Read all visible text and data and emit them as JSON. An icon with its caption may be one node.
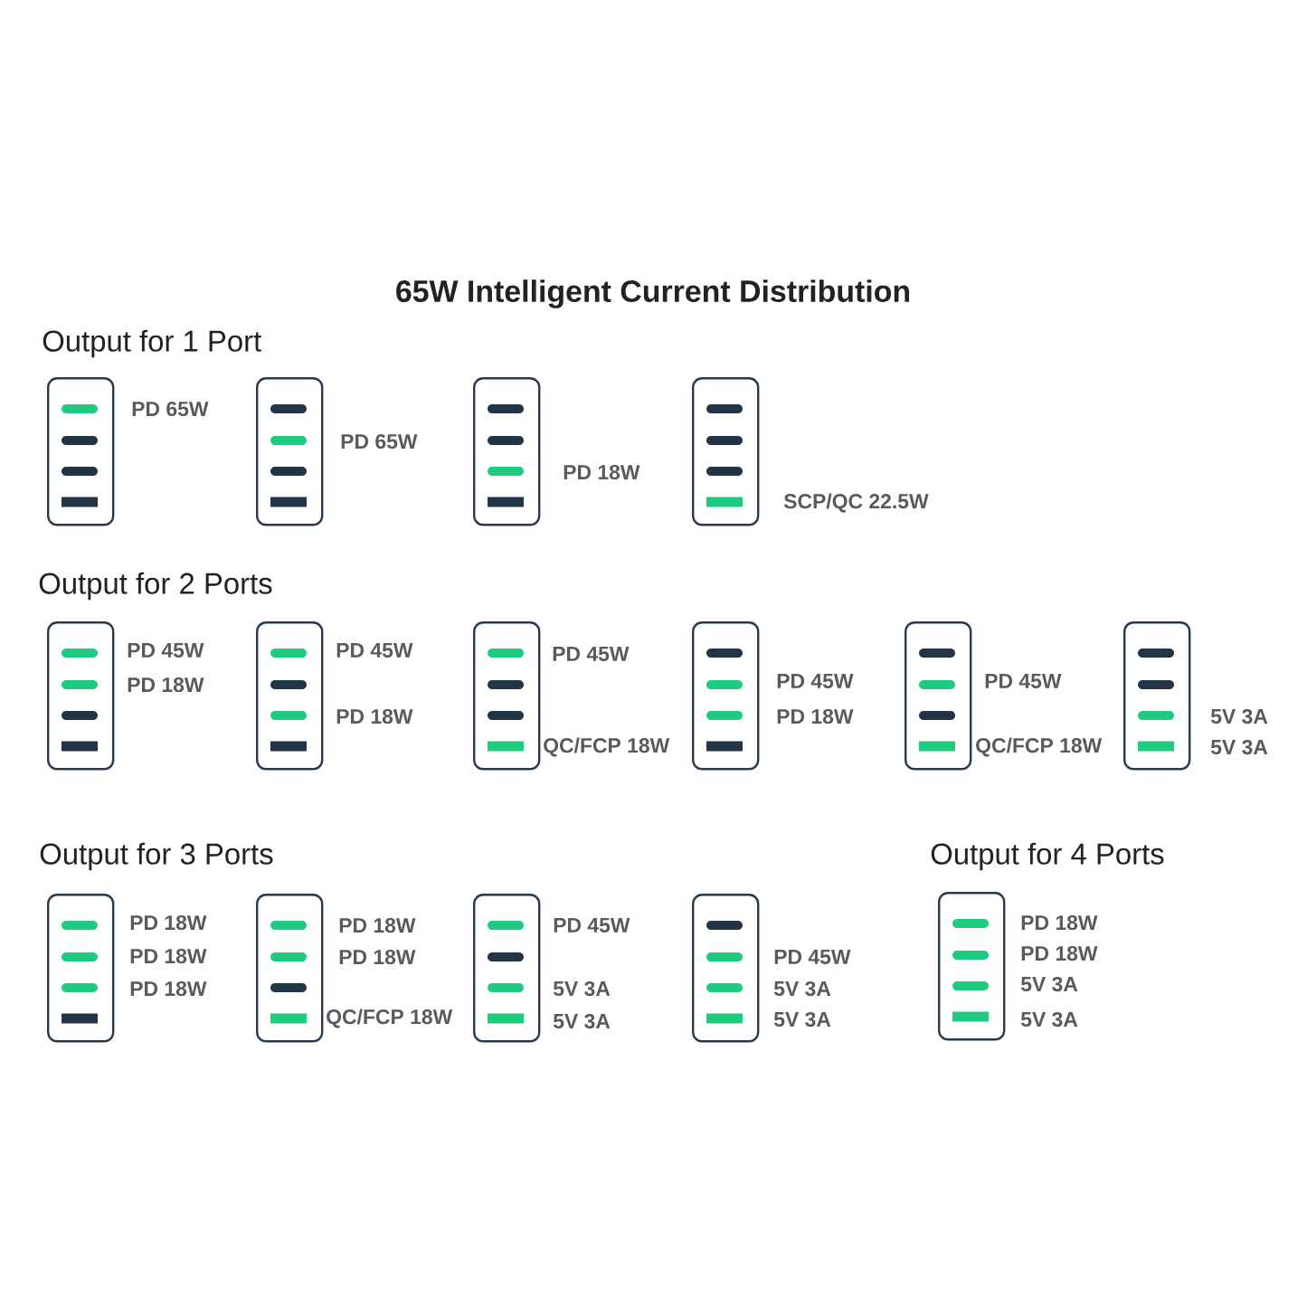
{
  "diagram": {
    "title": "65W Intelligent Current Distribution",
    "nodes": [
      {
        "text": [],
        "shape": "box",
        "beside": [
          "PD 65W"
        ]
      },
      {
        "text": [],
        "shape": "pill",
        "in": 0
      },
      {
        "text": [],
        "shape": "pill",
        "in": 0
      },
      {
        "text": [],
        "shape": "pill",
        "in": 0
      },
      {
        "text": [],
        "shape": "bar",
        "in": 0
      },
      {
        "text": [],
        "shape": "box",
        "beside": [
          "PD 65W"
        ]
      },
      {
        "text": [],
        "shape": "pill",
        "in": 5
      },
      {
        "text": [],
        "shape": "pill",
        "in": 5
      },
      {
        "text": [],
        "shape": "pill",
        "in": 5
      },
      {
        "text": [],
        "shape": "bar",
        "in": 5
      },
      {
        "text": [],
        "shape": "box",
        "beside": [
          "PD 18W"
        ]
      },
      {
        "text": [],
        "shape": "pill",
        "in": 10
      },
      {
        "text": [],
        "shape": "pill",
        "in": 10
      },
      {
        "text": [],
        "shape": "pill",
        "in": 10
      },
      {
        "text": [],
        "shape": "bar",
        "in": 10
      },
      {
        "text": [],
        "shape": "box",
        "beside": [
          "SCP/QC 22.5W"
        ]
      },
      {
        "text": [],
        "shape": "pill",
        "in": 15
      },
      {
        "text": [],
        "shape": "pill",
        "in": 15
      },
      {
        "text": [],
        "shape": "pill",
        "in": 15
      },
      {
        "text": [],
        "shape": "bar",
        "in": 15
      },
      {
        "text": [],
        "shape": "box",
        "beside": [
          "PD 45W",
          "PD 18W"
        ]
      },
      {
        "text": [],
        "shape": "pill",
        "in": 20
      },
      {
        "text": [],
        "shape": "pill",
        "in": 20
      },
      {
        "text": [],
        "shape": "pill",
        "in": 20
      },
      {
        "text": [],
        "shape": "bar",
        "in": 20
      },
      {
        "text": [],
        "shape": "box",
        "beside": [
          "PD 45W",
          "PD 18W"
        ]
      },
      {
        "text": [],
        "shape": "pill",
        "in": 25
      },
      {
        "text": [],
        "shape": "pill",
        "in": 25
      },
      {
        "text": [],
        "shape": "pill",
        "in": 25
      },
      {
        "text": [],
        "shape": "bar",
        "in": 25
      },
      {
        "text": [],
        "shape": "box",
        "beside": [
          "PD 45W",
          "QC/FCP 18W"
        ]
      },
      {
        "text": [],
        "shape": "pill",
        "in": 30
      },
      {
        "text": [],
        "shape": "pill",
        "in": 30
      },
      {
        "text": [],
        "shape": "pill",
        "in": 30
      },
      {
        "text": [],
        "shape": "bar",
        "in": 30
      },
      {
        "text": [],
        "shape": "box",
        "beside": [
          "PD 45W",
          "PD 18W"
        ]
      },
      {
        "text": [],
        "shape": "pill",
        "in": 35
      },
      {
        "text": [],
        "shape": "pill",
        "in": 35
      },
      {
        "text": [],
        "shape": "pill",
        "in": 35
      },
      {
        "text": [],
        "shape": "bar",
        "in": 35
      },
      {
        "text": [],
        "shape": "box",
        "beside": [
          "PD 45W",
          "QC/FCP 18W"
        ]
      },
      {
        "text": [],
        "shape": "pill",
        "in": 40
      },
      {
        "text": [],
        "shape": "pill",
        "in": 40
      },
      {
        "text": [],
        "shape": "pill",
        "in": 40
      },
      {
        "text": [],
        "shape": "bar",
        "in": 40
      },
      {
        "text": [],
        "shape": "box",
        "beside": [
          "5V 3A",
          "5V 3A"
        ]
      },
      {
        "text": [],
        "shape": "pill",
        "in": 45
      },
      {
        "text": [],
        "shape": "pill",
        "in": 45
      },
      {
        "text": [],
        "shape": "pill",
        "in": 45
      },
      {
        "text": [],
        "shape": "bar",
        "in": 45
      },
      {
        "text": [],
        "shape": "box",
        "beside": [
          "PD 18W",
          "PD 18W",
          "PD 18W"
        ]
      },
      {
        "text": [],
        "shape": "pill",
        "in": 50
      },
      {
        "text": [],
        "shape": "pill",
        "in": 50
      },
      {
        "text": [],
        "shape": "pill",
        "in": 50
      },
      {
        "text": [],
        "shape": "bar",
        "in": 50
      },
      {
        "text": [],
        "shape": "box",
        "beside": [
          "PD 18W",
          "PD 18W",
          "QC/FCP 18W"
        ]
      },
      {
        "text": [],
        "shape": "pill",
        "in": 55
      },
      {
        "text": [],
        "shape": "pill",
        "in": 55
      },
      {
        "text": [],
        "shape": "pill",
        "in": 55
      },
      {
        "text": [],
        "shape": "bar",
        "in": 55
      },
      {
        "text": [],
        "shape": "box",
        "beside": [
          "PD 45W",
          "5V 3A",
          "5V 3A"
        ]
      },
      {
        "text": [],
        "shape": "pill",
        "in": 60
      },
      {
        "text": [],
        "shape": "pill",
        "in": 60
      },
      {
        "text": [],
        "shape": "pill",
        "in": 60
      },
      {
        "text": [],
        "shape": "bar",
        "in": 60
      },
      {
        "text": [],
        "shape": "box",
        "beside": [
          "PD 45W",
          "5V 3A",
          "5V 3A"
        ]
      },
      {
        "text": [],
        "shape": "pill",
        "in": 65
      },
      {
        "text": [],
        "shape": "pill",
        "in": 65
      },
      {
        "text": [],
        "shape": "pill",
        "in": 65
      },
      {
        "text": [],
        "shape": "bar",
        "in": 65
      },
      {
        "text": [],
        "shape": "box",
        "beside": [
          "PD 18W",
          "PD 18W",
          "5V 3A",
          "5V 3A"
        ]
      },
      {
        "text": [],
        "shape": "pill",
        "in": 70
      },
      {
        "text": [],
        "shape": "pill",
        "in": 70
      },
      {
        "text": [],
        "shape": "pill",
        "in": 70
      },
      {
        "text": [],
        "shape": "bar",
        "in": 70
      }
    ],
    "labels": [
      "Output for 1 Port",
      "Output for 2 Ports",
      "Output for 3 Ports",
      "Output for 4 Ports"
    ]
  }
}
